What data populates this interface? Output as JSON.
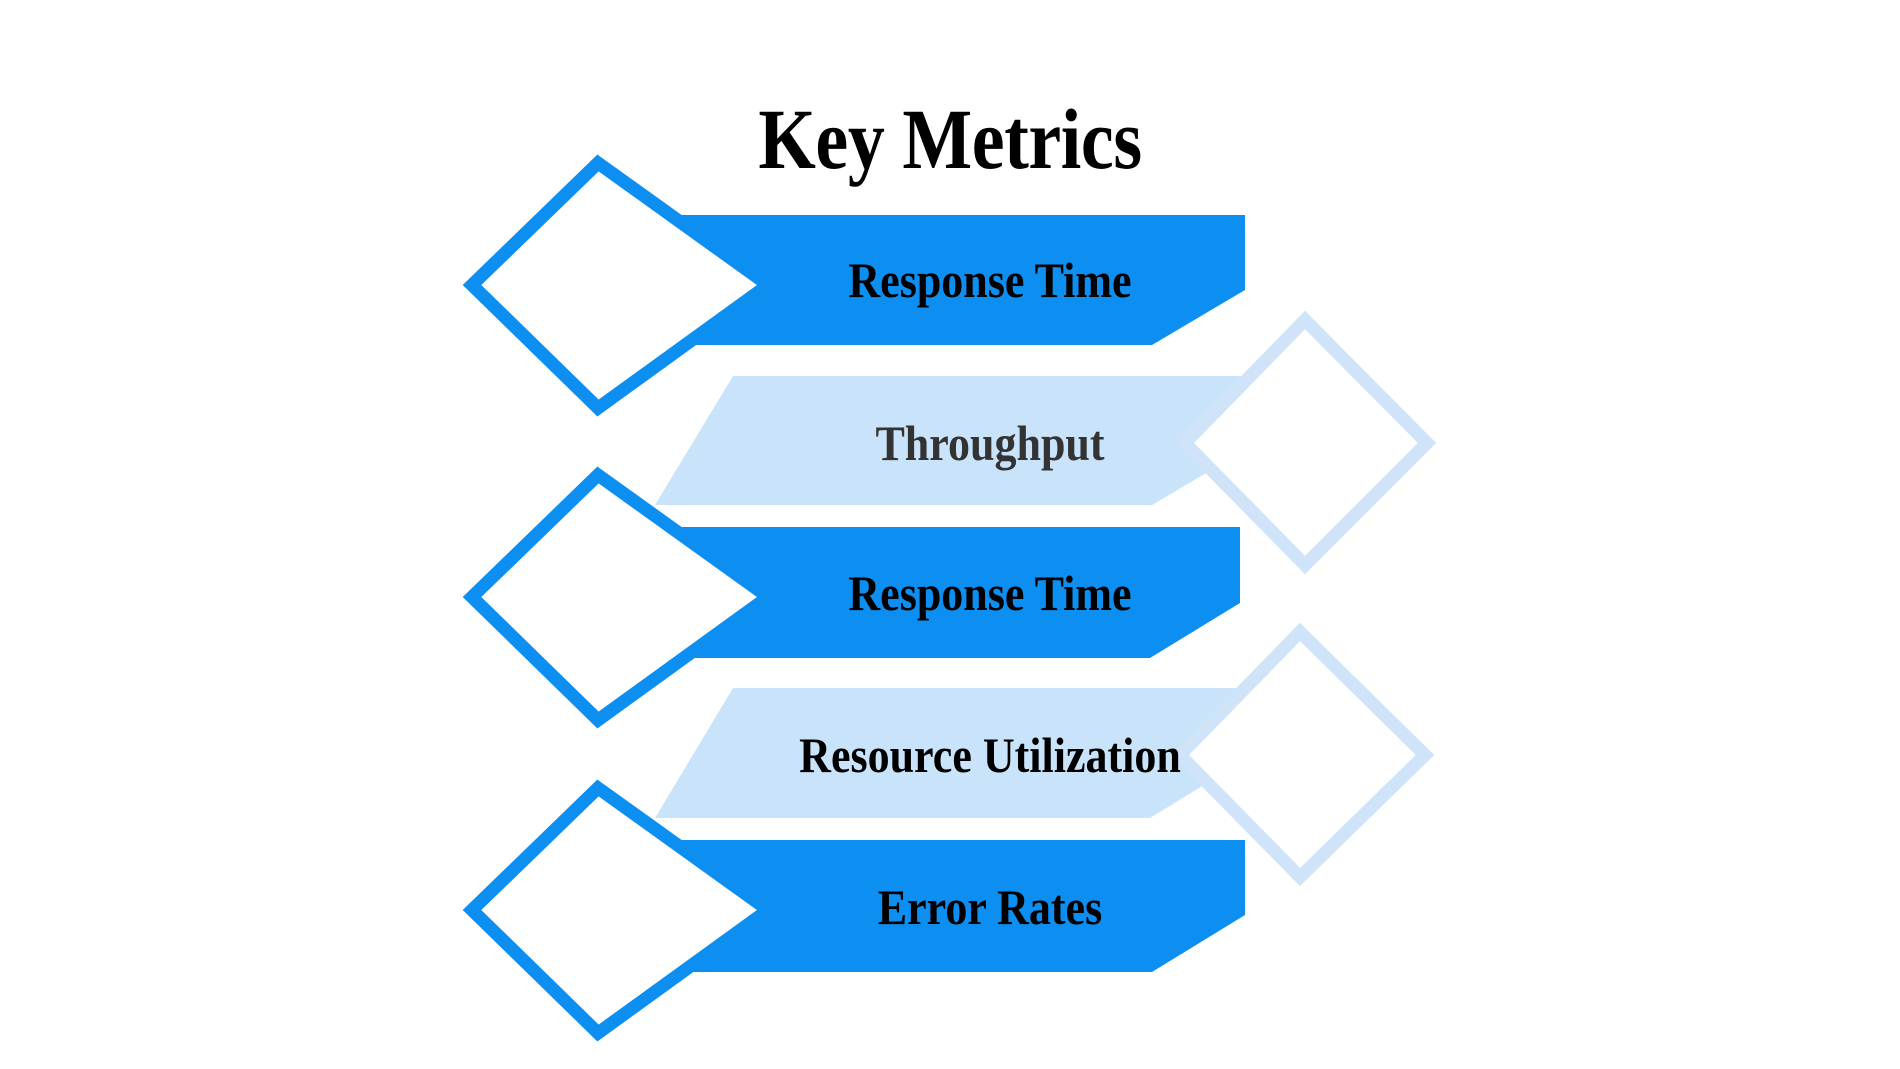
{
  "title": "Key Metrics",
  "palette": {
    "background": "#ffffff",
    "chevron_dark": "#0d8ff2",
    "chevron_light": "#c8e3fa",
    "diamond_stroke_dark": "#0d8ff2",
    "diamond_stroke_light": "#cfe4f8",
    "diamond_fill": "#ffffff",
    "text_dark": "#000000",
    "text_light": "#333333"
  },
  "rows": [
    {
      "label": "Response Time",
      "style": "dark",
      "diamond_side": "left",
      "index": 1
    },
    {
      "label": "Throughput",
      "style": "light",
      "diamond_side": "right",
      "index": 2
    },
    {
      "label": "Response Time",
      "style": "dark",
      "diamond_side": "left",
      "index": 3
    },
    {
      "label": "Resource Utilization",
      "style": "light",
      "diamond_side": "right",
      "index": 4
    },
    {
      "label": "Error Rates",
      "style": "dark",
      "diamond_side": "left",
      "index": 5
    }
  ]
}
